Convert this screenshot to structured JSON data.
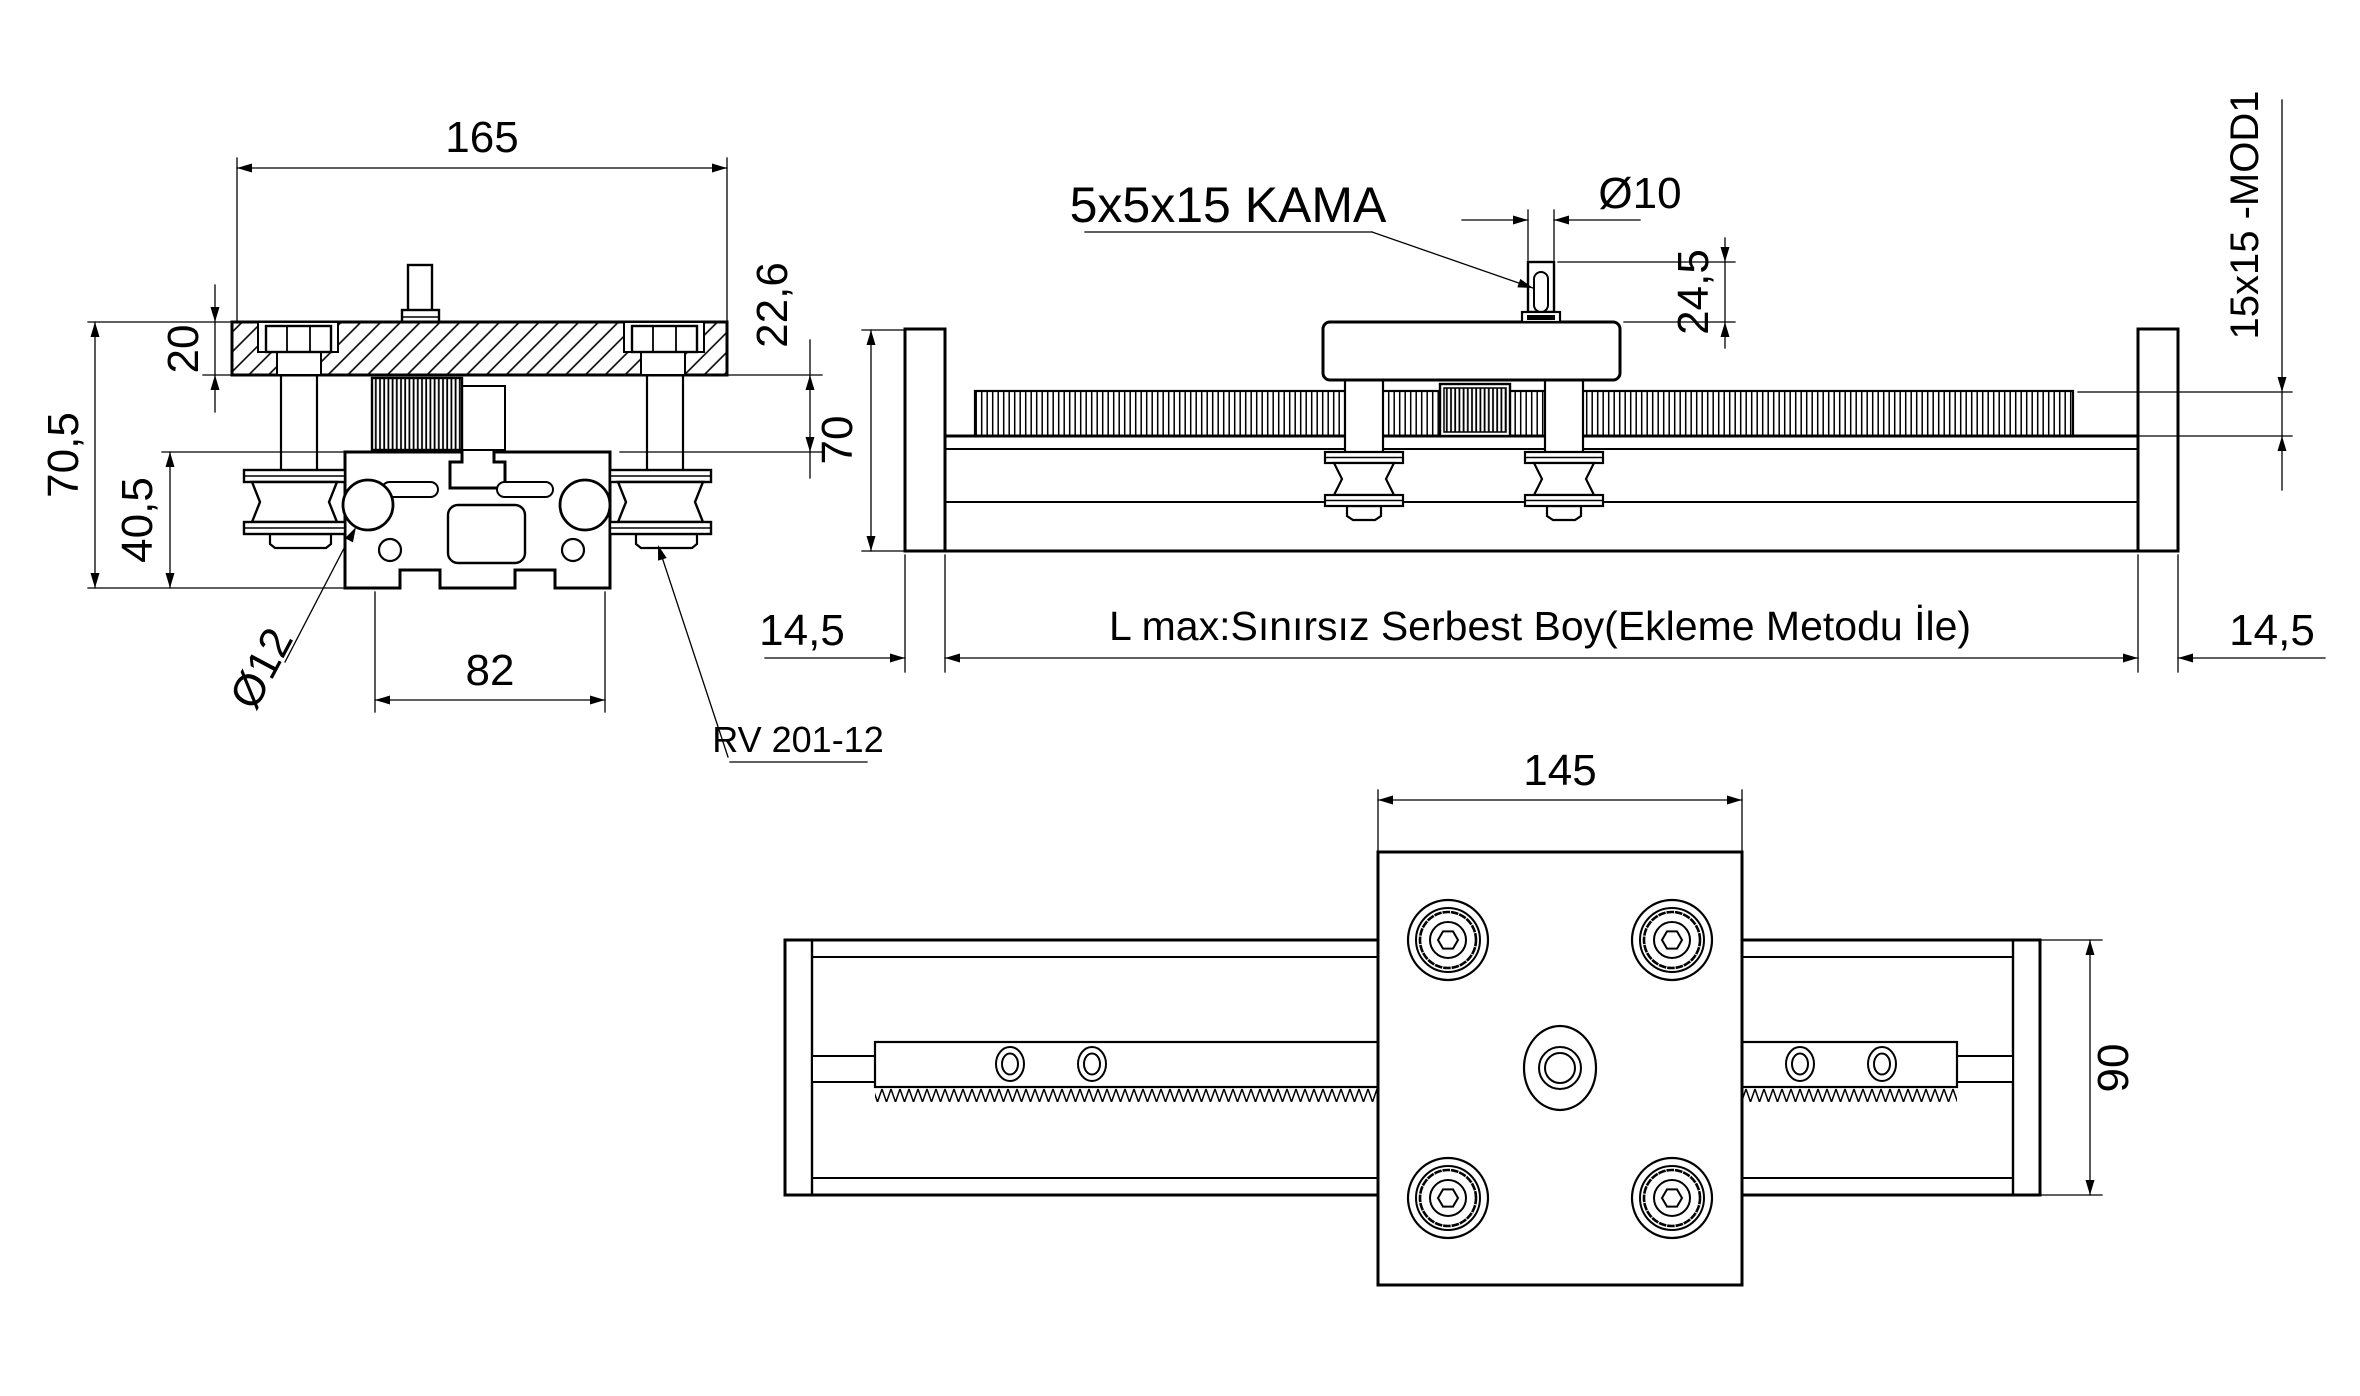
{
  "drawing": {
    "front_view": {
      "dim_plate_width": "165",
      "dim_plate_thickness": "20",
      "dim_plate_to_profile": "22,6",
      "dim_total_height": "70,5",
      "dim_profile_height": "40,5",
      "dim_profile_width": "82",
      "label_shaft_diameter": "Ø12",
      "label_profile_code": "RV 201-12"
    },
    "side_view": {
      "label_key": "5x5x15 KAMA",
      "dim_shaft_diameter": "Ø10",
      "dim_shaft_height": "24,5",
      "label_rack_spec": "15x15 -MOD1",
      "dim_rail_height": "70",
      "dim_endcap_left": "14,5",
      "dim_endcap_right": "14,5",
      "label_free_length": "L max:Sınırsız Serbest Boy(Ekleme Metodu İle)"
    },
    "top_view": {
      "dim_carriage_length": "145",
      "dim_rail_width": "90"
    }
  },
  "colors": {
    "line": "#000000",
    "background": "#ffffff"
  }
}
